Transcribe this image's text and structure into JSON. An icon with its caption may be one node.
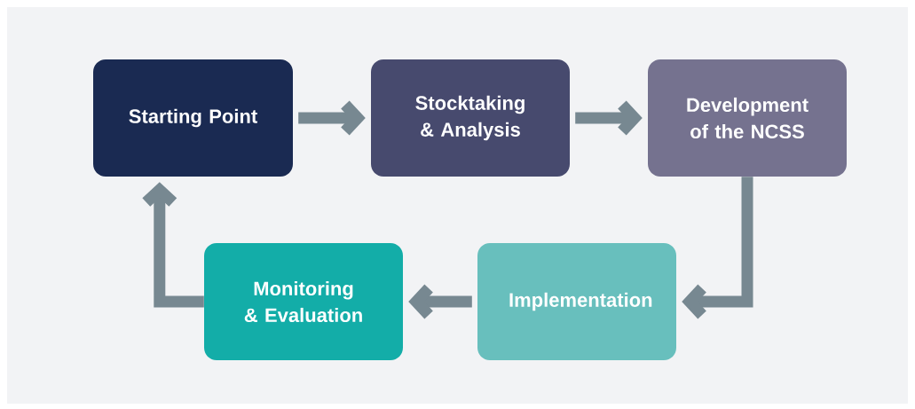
{
  "diagram": {
    "nodes": [
      {
        "text": [
          "Starting Point"
        ]
      },
      {
        "text": [
          "Stocktaking & Analysis"
        ]
      },
      {
        "text": [
          "Development of the NCSS"
        ]
      },
      {
        "text": [
          "Monitoring & Evaluation"
        ]
      },
      {
        "text": [
          "Implementation"
        ]
      }
    ],
    "edges": [
      {
        "from": 0,
        "to": 1,
        "arrow": "to"
      },
      {
        "from": 1,
        "to": 2,
        "arrow": "to"
      },
      {
        "from": 2,
        "to": 4,
        "arrow": "to"
      },
      {
        "from": 4,
        "to": 3,
        "arrow": "to"
      },
      {
        "from": 3,
        "to": 0,
        "arrow": "to"
      }
    ]
  }
}
